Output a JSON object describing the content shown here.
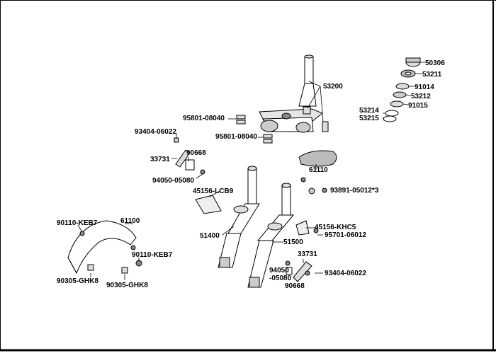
{
  "labels": {
    "l50306": "50306",
    "l53211": "53211",
    "l91014": "91014",
    "l53212": "53212",
    "l91015": "91015",
    "l53214": "53214",
    "l53215": "53215",
    "l53200": "53200",
    "l95801a": "95801-08040",
    "l95801b": "95801-08040",
    "l93404a": "93404-06022",
    "l33731a": "33731",
    "l90668a": "90668",
    "l94050a": "94050-05080",
    "l61110": "61110",
    "l93891": "93891-05012*3",
    "l45156lcb9": "45156-LCB9",
    "l90110a": "90110-KEB7",
    "l61100": "61100",
    "l51400": "51400",
    "l45156khc5": "45156-KHC5",
    "l95701": "95701-06012",
    "l51500": "51500",
    "l90110b": "90110-KEB7",
    "l33731b": "33731",
    "l94050b1": "94050",
    "l94050b2": "-05080",
    "l93404b": "93404-06022",
    "l90668b": "90668",
    "l90305a": "90305-GHK8",
    "l90305b": "90305-GHK8"
  }
}
